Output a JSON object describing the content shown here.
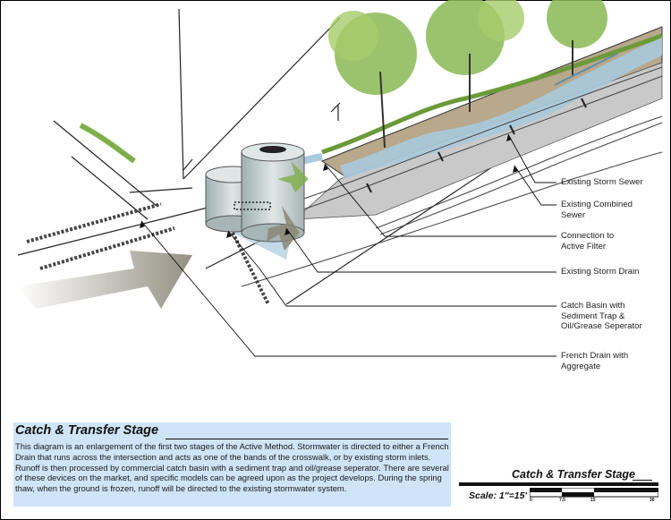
{
  "callouts": [
    {
      "id": "existing-storm-sewer",
      "text": "Existing Storm Sewer"
    },
    {
      "id": "existing-combined-sewer",
      "text": "Existing Combined\nSewer"
    },
    {
      "id": "connection-active-filter",
      "text": "Connection to\nActive Filter"
    },
    {
      "id": "existing-storm-drain",
      "text": "Existing Storm Drain"
    },
    {
      "id": "catch-basin",
      "text": "Catch Basin with\nSediment Trap &\nOil/Grease Seperator"
    },
    {
      "id": "french-drain",
      "text": "French Drain with\nAggregate"
    }
  ],
  "description": {
    "title": "Catch & Transfer Stage",
    "body": "This diagram is an enlargement of the first two stages of the Active Method.  Stormwater is directed to either a French Drain that runs across the intersection and acts as one of the bands of the crosswalk, or by existing storm inlets.  Runoff is then processed by commercial catch basin with a sediment trap and oil/grease seperator.  There are several of these devices on the market, and specific models can be agreed upon as the project develops.  During the spring thaw, when the ground is frozen, runoff will be directed to the existing stormwater system."
  },
  "scale": {
    "title": "Catch & Transfer Stage",
    "label": "Scale:  1\"=15'",
    "ticks": [
      "0",
      "7.5",
      "15",
      "30"
    ]
  },
  "colors": {
    "water": "#a9c9dc",
    "water_dark": "#5e8ea6",
    "trees": "#7fae49",
    "basin": "#b9c3c4",
    "arrow": "#8f8a7c",
    "panel": "#cfe4f7"
  }
}
